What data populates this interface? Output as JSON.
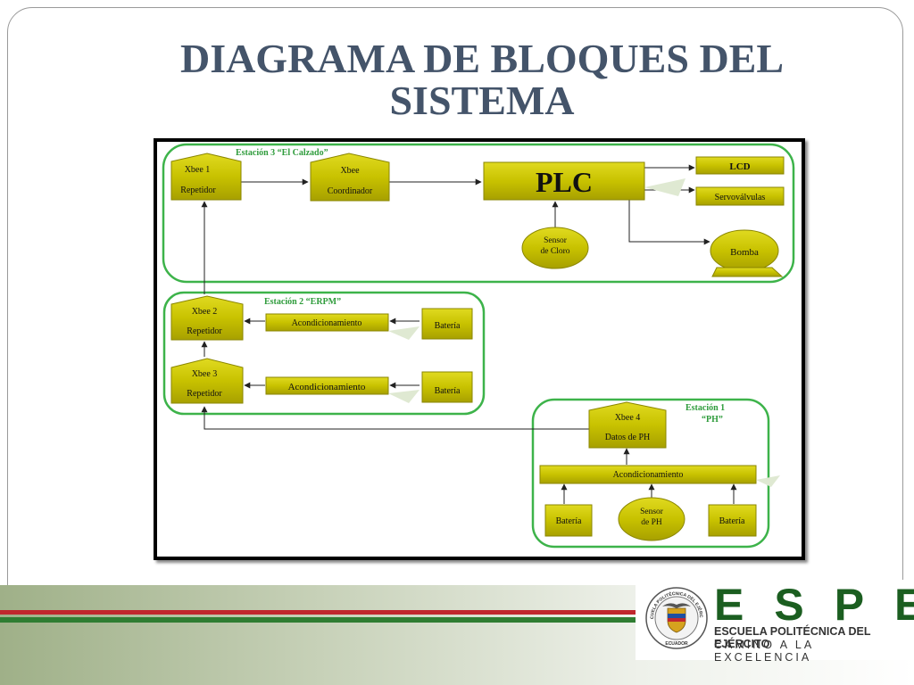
{
  "slide": {
    "title_line1": "DIAGRAMA DE BLOQUES DEL",
    "title_line2": "SISTEMA"
  },
  "diagram": {
    "station3_label": "Estación 3 “El Calzado”",
    "station2_label": "Estación 2 “ERPM”",
    "station1_label_line1": "Estación 1",
    "station1_label_line2": "“PH”",
    "xbee1_line1": "Xbee 1",
    "xbee1_line2": "Repetidor",
    "xbee_coord_line1": "Xbee",
    "xbee_coord_line2": "Coordinador",
    "plc": "PLC",
    "lcd": "LCD",
    "servovalvulas": "Servoválvulas",
    "bomba": "Bomba",
    "sensor_cloro_line1": "Sensor",
    "sensor_cloro_line2": "de Cloro",
    "xbee2_line1": "Xbee 2",
    "xbee2_line2": "Repetidor",
    "xbee3_line1": "Xbee 3",
    "xbee3_line2": "Repetidor",
    "acond_st2_top": "Acondicionamiento",
    "acond_st2_bottom": "Acondicionamiento",
    "bateria_st2_top": "Batería",
    "bateria_st2_bottom": "Batería",
    "xbee4_line1": "Xbee 4",
    "xbee4_line2": "Datos de PH",
    "acond_st1": "Acondicionamiento",
    "bateria_st1_left": "Batería",
    "sensor_ph_line1": "Sensor",
    "sensor_ph_line2": "de PH",
    "bateria_st1_right": "Batería"
  },
  "footer": {
    "logo_letters": "ESPE",
    "institution": "ESCUELA POLITÉCNICA DEL EJÉRCITO",
    "motto": "CAMINO A LA EXCELENCIA",
    "seal_top_text": "ESCUELA POLITÉCNICA DEL EJÉRCITO",
    "seal_bottom_text": "ECUADOR"
  },
  "colors": {
    "block_fill": "#c8c200",
    "block_stroke": "#8a8600",
    "station_border": "#3db34a",
    "title_color": "#44546a",
    "brand_green": "#1b5e20"
  }
}
